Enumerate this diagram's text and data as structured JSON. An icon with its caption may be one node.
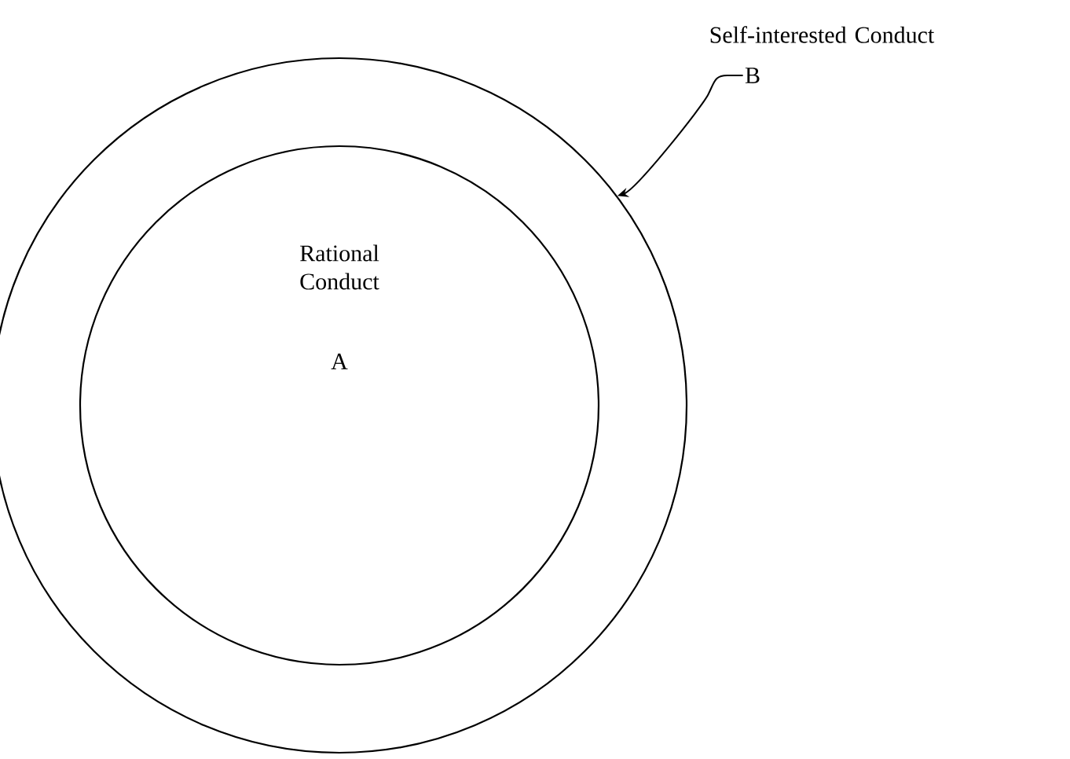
{
  "diagram": {
    "nodes": [
      {
        "text": [
          "Self-interested Conduct"
        ]
      },
      {
        "text": [
          "Rational Conduct",
          "A"
        ],
        "in": 0
      },
      {
        "text": [
          "B"
        ]
      }
    ],
    "edges": [
      {
        "from": 2,
        "to": 0,
        "arrow": "to"
      }
    ]
  }
}
